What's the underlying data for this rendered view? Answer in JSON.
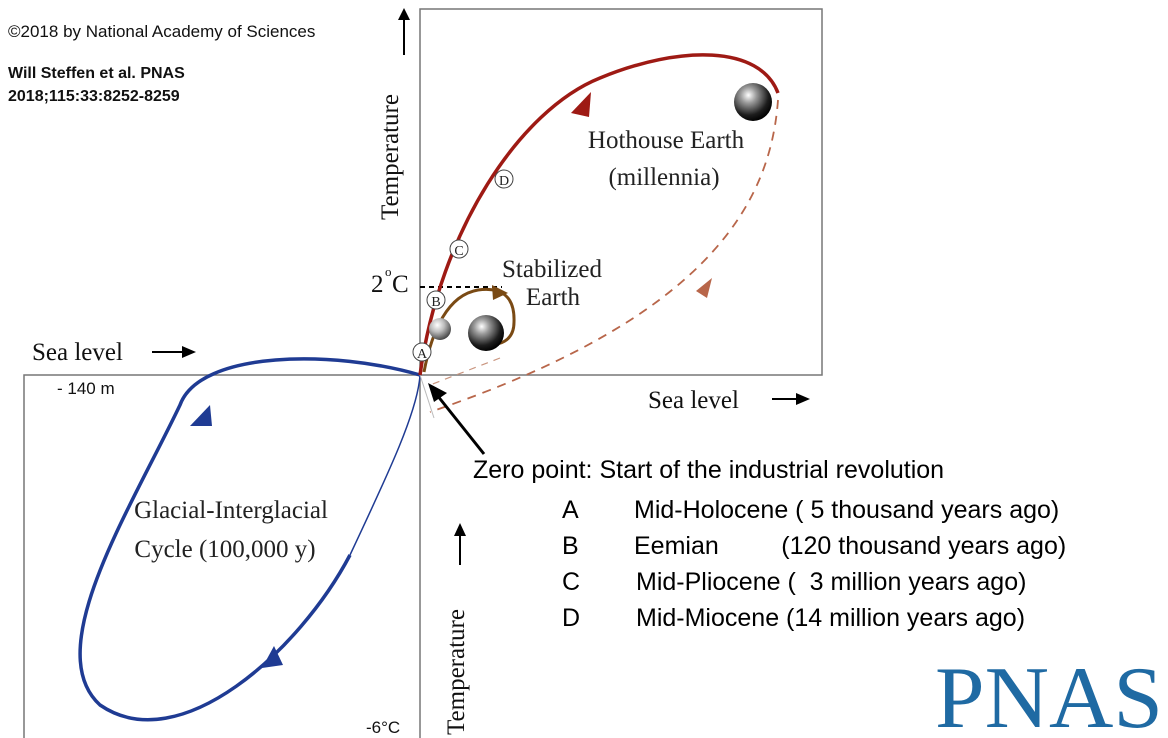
{
  "header": {
    "copyright": "©2018 by National Academy of Sciences",
    "citation_line1": "Will Steffen et al. PNAS",
    "citation_line2": "2018;115:33:8252-8259"
  },
  "axes": {
    "temperature_top": "Temperature",
    "temperature_bottom": "Temperature",
    "sea_level_left": "Sea level",
    "sea_level_right": "Sea level",
    "two_c_base": "2",
    "two_c_deg": "o",
    "two_c_unit": "C",
    "minus_140": "- 140 m",
    "minus_6": "-6°C"
  },
  "labels": {
    "hothouse_line1": "Hothouse Earth",
    "hothouse_line2": "(millennia)",
    "stabilized_line1": "Stabilized",
    "stabilized_line2": "Earth",
    "glacial_line1": "Glacial-Interglacial",
    "glacial_line2": "Cycle (100,000 y)"
  },
  "markers": [
    "A",
    "B",
    "C",
    "D"
  ],
  "legend": {
    "zero_point": "Zero point: Start of the industrial revolution",
    "items": [
      {
        "letter": "A",
        "text": "Mid-Holocene ( 5 thousand years ago)"
      },
      {
        "letter": "B",
        "text": "Eemian         (120 thousand years ago)"
      },
      {
        "letter": "C",
        "text": "Mid-Pliocene (  3 million years ago)"
      },
      {
        "letter": "D",
        "text": "Mid-Miocene (14 million years ago)"
      }
    ]
  },
  "logo": "PNAS",
  "colors": {
    "hothouse": "#9e1a14",
    "hothouse_dashed": "#b8664a",
    "stabilized": "#7a4a14",
    "glacial": "#1f3b93",
    "logo": "#1f6aa3",
    "frame": "#777777"
  }
}
